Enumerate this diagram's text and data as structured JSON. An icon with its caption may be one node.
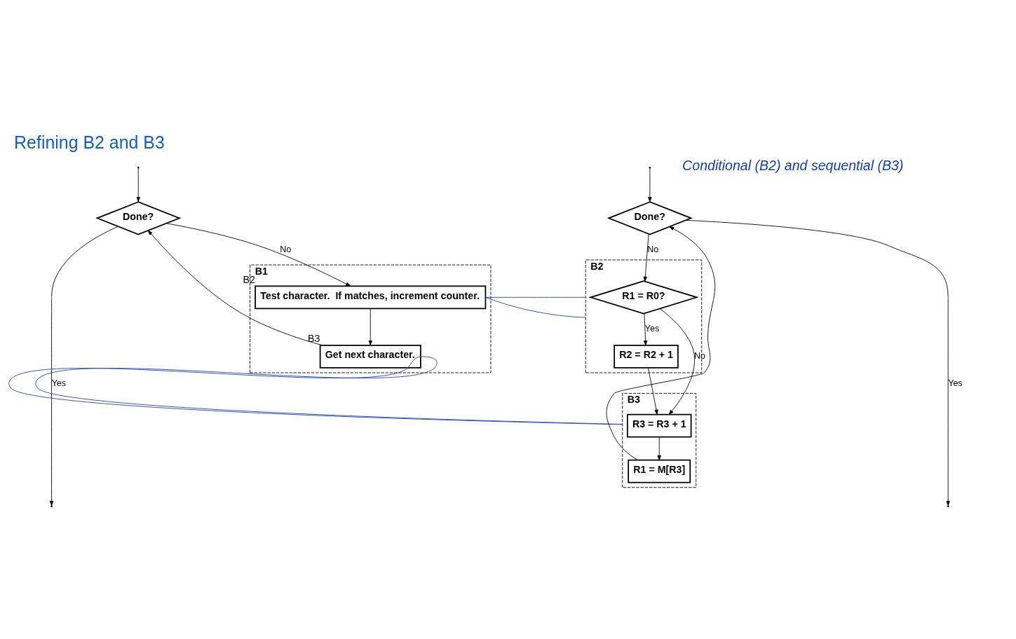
{
  "diagram": {
    "title": "Refining B2 and B3",
    "nodes": [
      {
        "text": [
          "Done?"
        ]
      },
      {
        "text": [
          "B1"
        ]
      },
      {
        "text": [
          "Test character.  If matches, increment counter."
        ],
        "in": 1,
        "beside": [
          "B2"
        ]
      },
      {
        "text": [
          "Get next character."
        ],
        "in": 1,
        "beside": [
          "B3"
        ]
      },
      {
        "text": [
          "Done?"
        ]
      },
      {
        "text": [
          "B2"
        ]
      },
      {
        "text": [
          "R1 = R0?"
        ],
        "in": 5
      },
      {
        "text": [
          "R2 = R2 + 1"
        ],
        "in": 5
      },
      {
        "text": [
          "B3"
        ]
      },
      {
        "text": [
          "R3 = R3 + 1"
        ],
        "in": 8
      },
      {
        "text": [
          "R1 = M[R3]"
        ],
        "in": 8
      }
    ],
    "edges": [
      {
        "from": 0,
        "to": null,
        "arrow": "to",
        "label": "Yes"
      },
      {
        "from": 0,
        "to": 2,
        "arrow": "to",
        "label": "No"
      },
      {
        "from": null,
        "to": 0,
        "arrow": "to"
      },
      {
        "from": 2,
        "to": 3,
        "arrow": "to"
      },
      {
        "from": 3,
        "to": 0,
        "arrow": "to"
      },
      {
        "from": 2,
        "to": 5,
        "arrow": "none",
        "color": "#1f3fbf"
      },
      {
        "from": 2,
        "to": 5,
        "arrow": "none",
        "color": "#1f3fbf"
      },
      {
        "from": 3,
        "to": 8,
        "arrow": "none",
        "color": "#1f3fbf"
      },
      {
        "from": 3,
        "to": 8,
        "arrow": "none",
        "color": "#1f3fbf"
      },
      {
        "from": 4,
        "to": null,
        "arrow": "to",
        "label": "Yes"
      },
      {
        "from": 4,
        "to": 6,
        "arrow": "to",
        "label": "No"
      },
      {
        "from": null,
        "to": 4,
        "arrow": "to"
      },
      {
        "from": 6,
        "to": 7,
        "arrow": "to",
        "label": "Yes"
      },
      {
        "from": 6,
        "to": 9,
        "arrow": "to",
        "label": "No"
      },
      {
        "from": 7,
        "to": 9,
        "arrow": "to"
      },
      {
        "from": 9,
        "to": 10,
        "arrow": "to"
      },
      {
        "from": 10,
        "to": 4,
        "arrow": "to"
      }
    ],
    "labels": [
      "Conditional (B2) and sequential (B3)"
    ]
  }
}
